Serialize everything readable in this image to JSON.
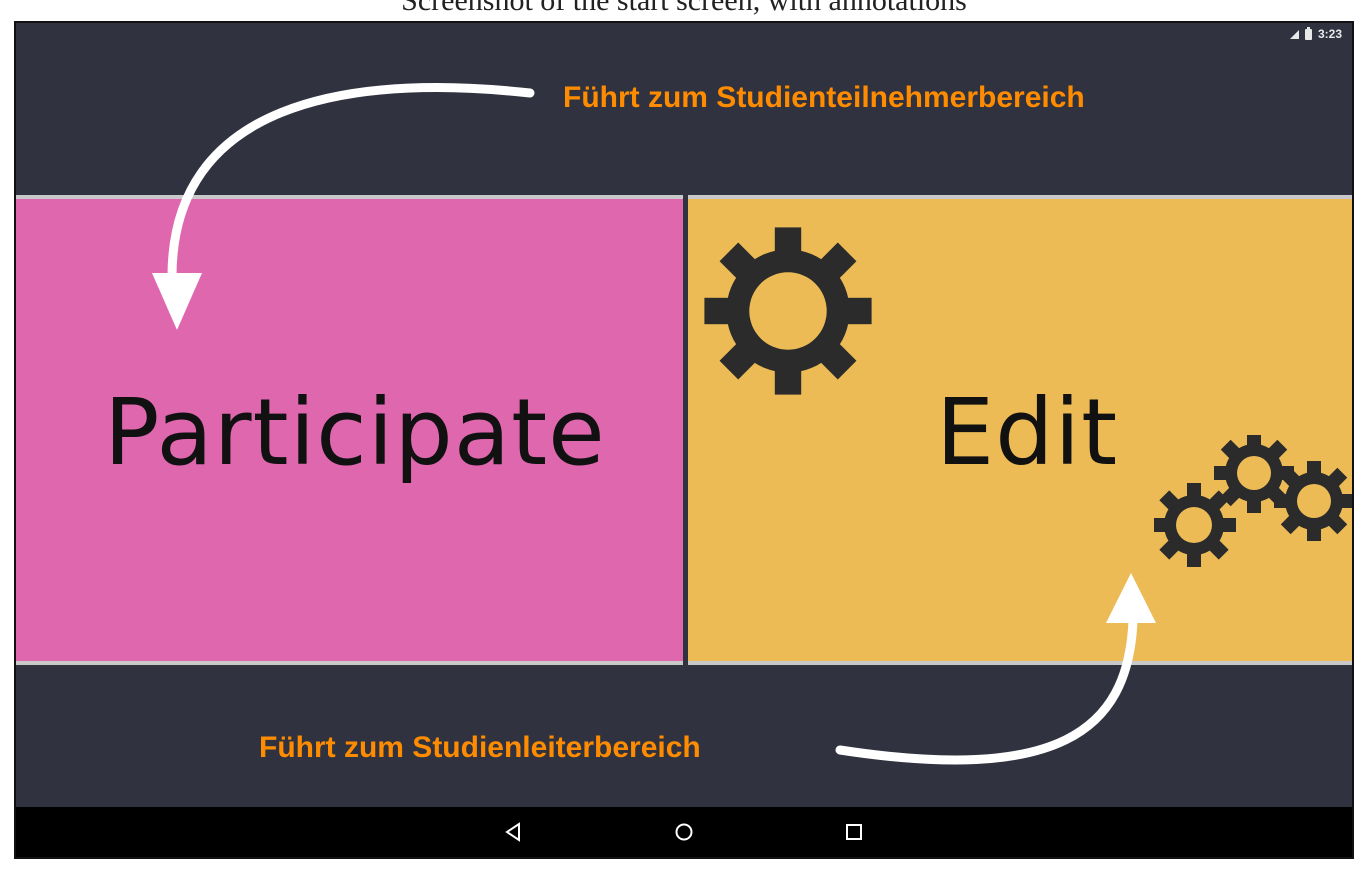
{
  "caption": "Screenshot of the start screen, with annotations",
  "status_bar": {
    "time": "3:23"
  },
  "panels": {
    "participate": {
      "label": "Participate",
      "color": "#df67ae"
    },
    "edit": {
      "label": "Edit",
      "color": "#ecbb55"
    }
  },
  "annotations": {
    "top": "Führt zum Studienteilnehmerbereich",
    "bottom": "Führt zum Studienleiterbereich",
    "color": "#ff8c00"
  },
  "nav_bar": {
    "back": "back-icon",
    "home": "home-icon",
    "recents": "recents-icon"
  },
  "icons": [
    "gear-icon",
    "gears-cluster-icon",
    "back-icon",
    "home-icon",
    "recents-icon"
  ]
}
